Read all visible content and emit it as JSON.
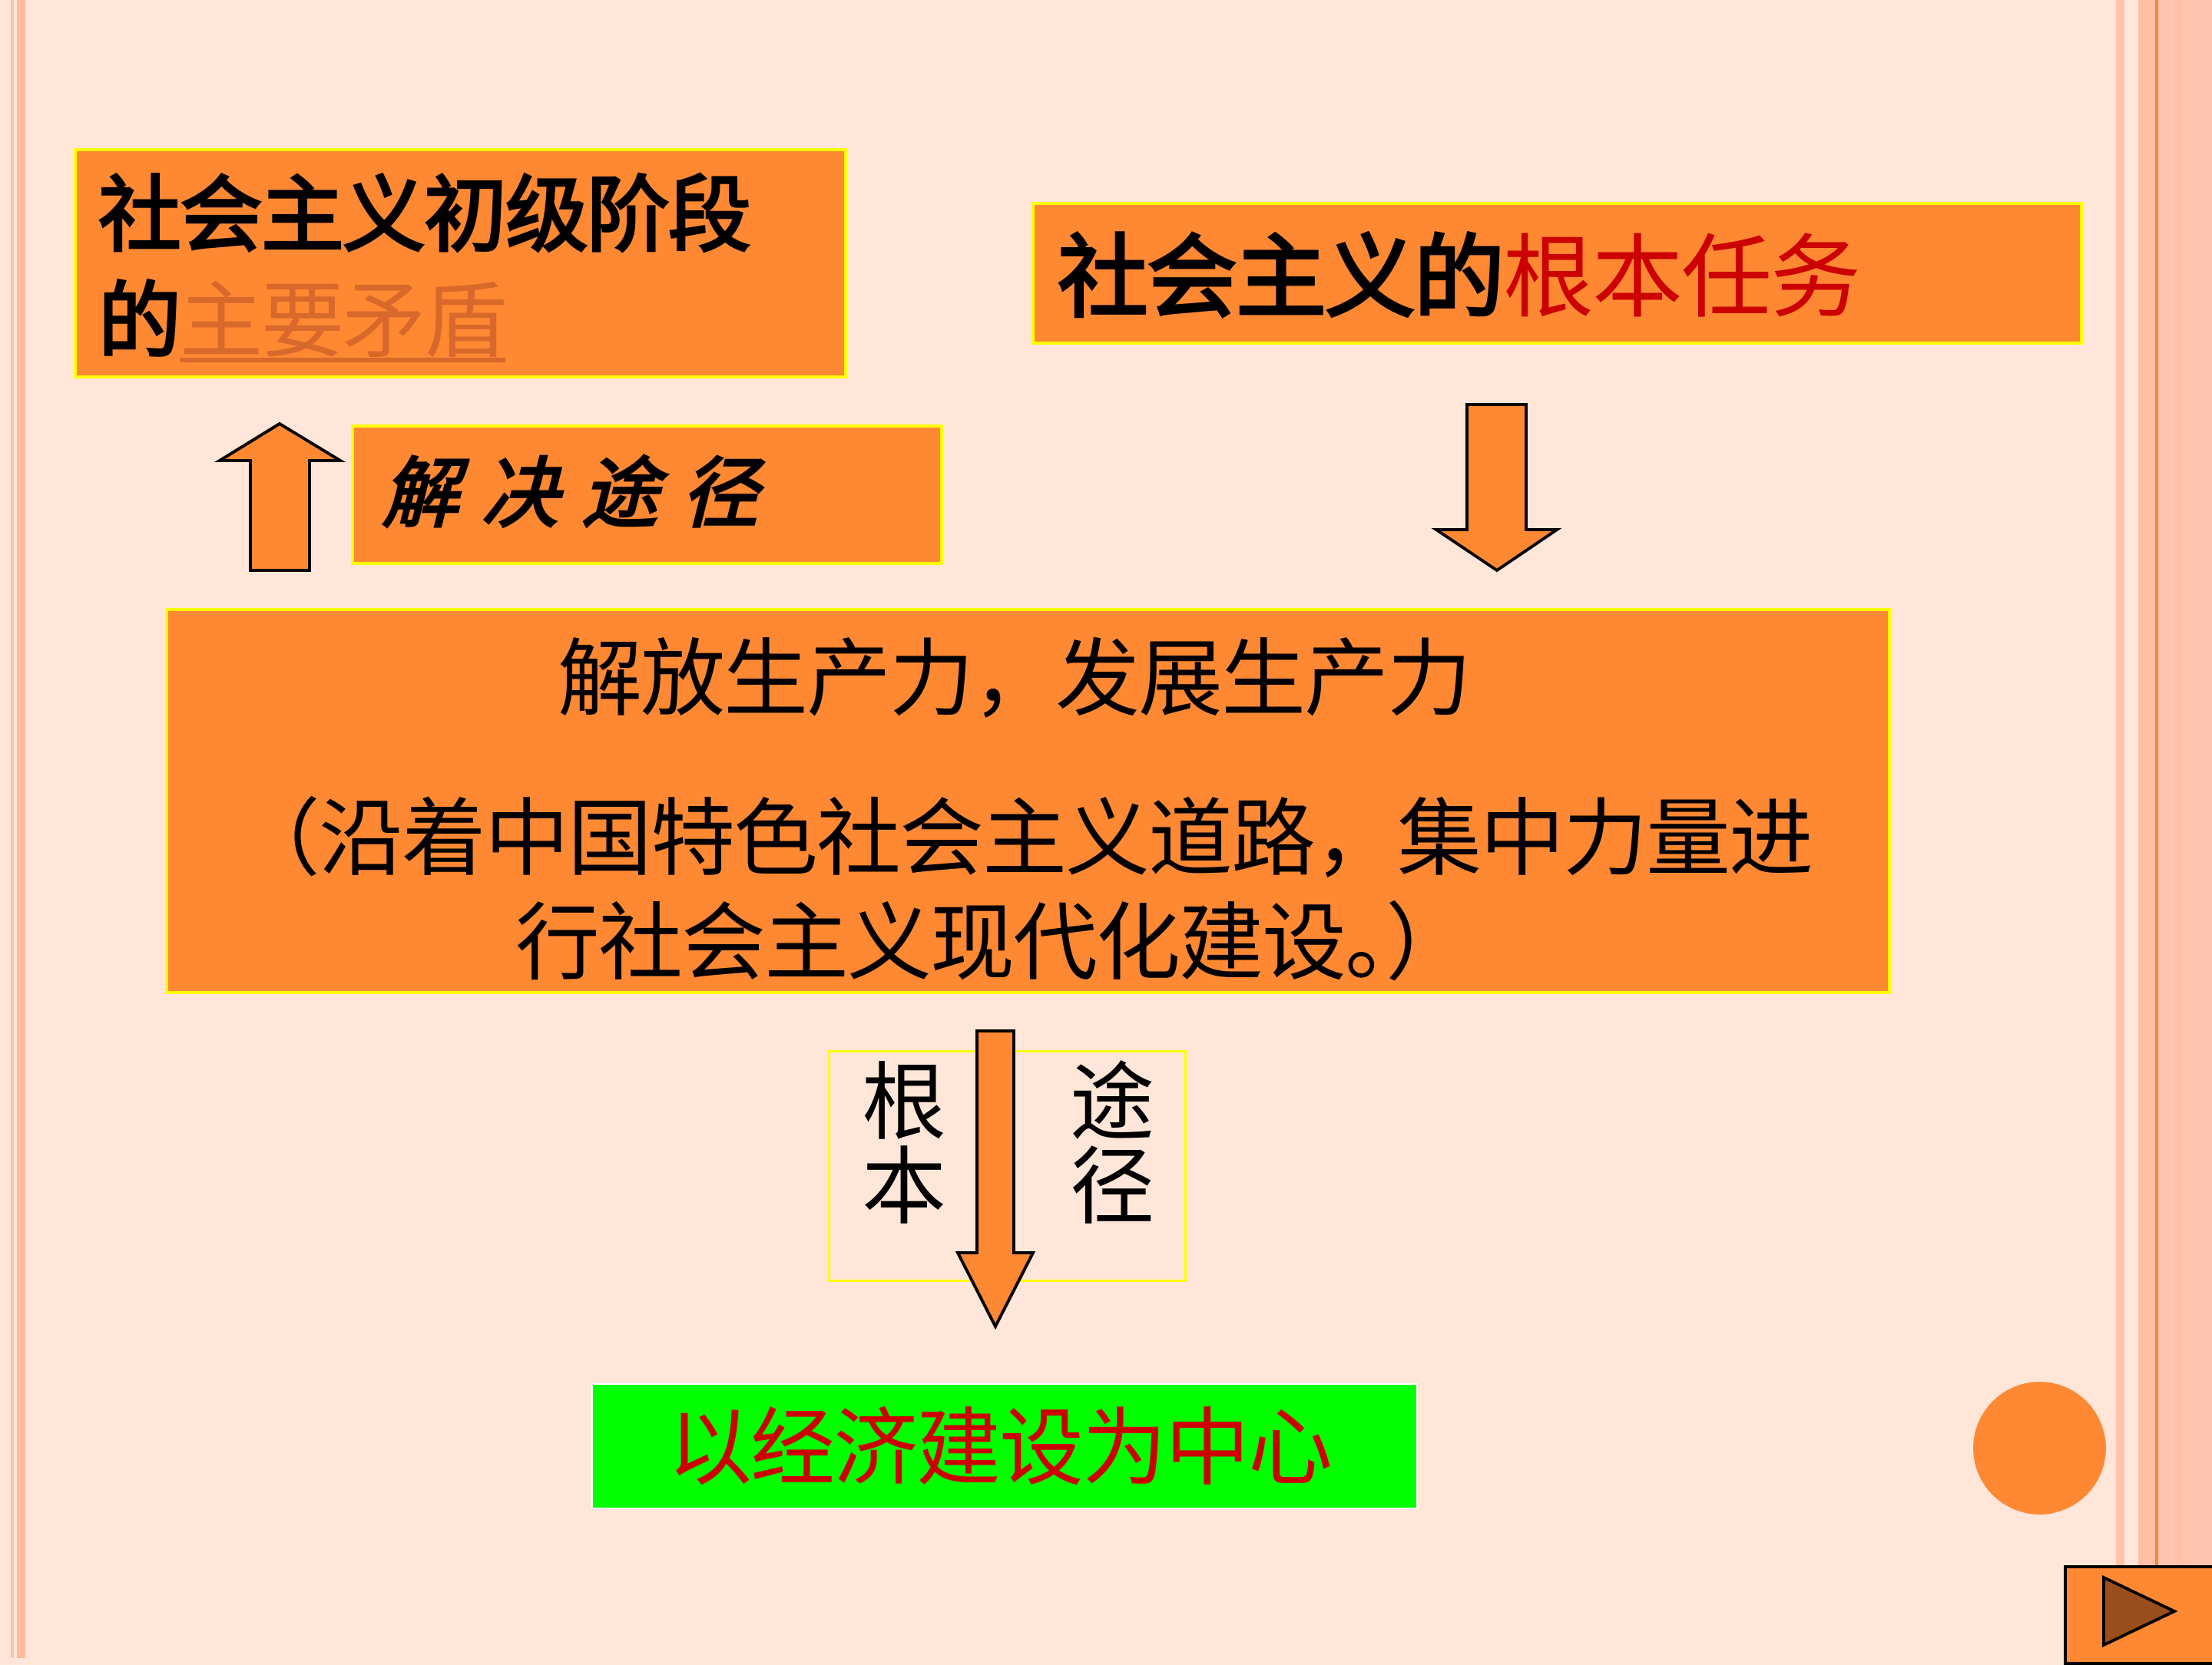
{
  "slide": {
    "background": "#FFE6D8",
    "box_fill": "#FF8833",
    "box_border": "#FFFF00"
  },
  "box_primary_contradiction": {
    "line1": "社会主义初级阶段",
    "line2_prefix": "的",
    "link_text": "主要矛盾",
    "link_color": "#D8692A"
  },
  "box_fundamental_task": {
    "prefix": "社会主义的",
    "highlight": "根本任务",
    "highlight_color": "#CC0000"
  },
  "box_solution": {
    "label": "解决途径"
  },
  "box_productivity": {
    "line1": "解放生产力，发展生产力",
    "line2": "（沿着中国特色社会主义道路，集中力量进",
    "line3": "行社会主义现代化建设。）"
  },
  "path_label": {
    "left": [
      "根",
      "本"
    ],
    "right": [
      "途",
      "径"
    ]
  },
  "box_center": {
    "text": "以经济建设为中心",
    "fill": "#00FF00",
    "text_color": "#CC0000"
  },
  "icons": {
    "arrow_up": "arrow-up",
    "arrow_down_top": "arrow-down",
    "arrow_down_bottom": "arrow-down",
    "decor_circle": "circle",
    "next_button": "play-triangle"
  }
}
